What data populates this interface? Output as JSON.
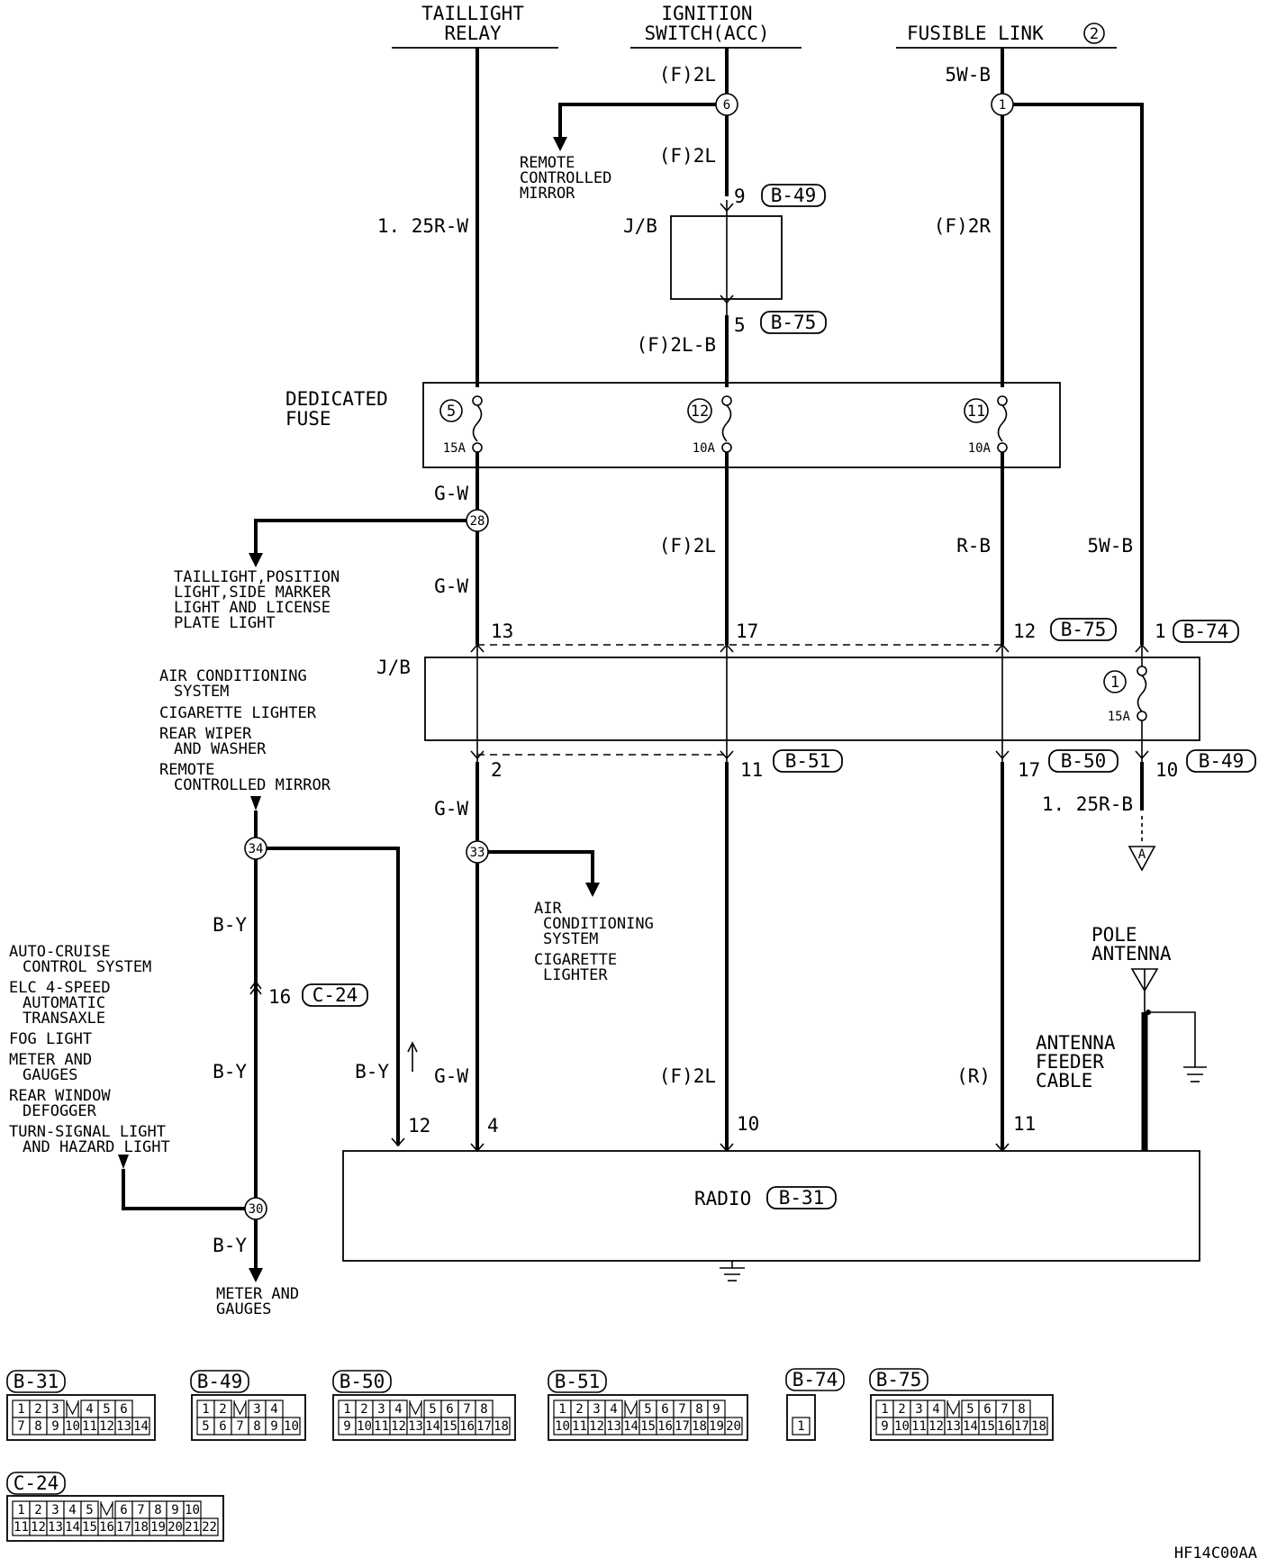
{
  "sources": {
    "taillight": [
      "TAILLIGHT",
      "RELAY"
    ],
    "ignition": [
      "IGNITION",
      "SWITCH(ACC)"
    ],
    "fusible": "FUSIBLE LINK",
    "fusible_num": "2"
  },
  "wires": {
    "w_125rw": "1. 25R-W",
    "w_f2l_top": "(F)2L",
    "w_f2l_mid": "(F)2L",
    "w_f2lb": "(F)2L-B",
    "w_5wb_top": "5W-B",
    "w_f2r": "(F)2R",
    "w_gw_1": "G-W",
    "w_gw_2": "G-W",
    "w_gw_3": "G-W",
    "w_gw_4": "G-W",
    "w_f2l_low": "(F)2L",
    "w_f2l_radio": "(F)2L",
    "w_rb": "R-B",
    "w_5wb_low": "5W-B",
    "w_125rb": "1. 25R-B",
    "w_by_1": "B-Y",
    "w_by_2": "B-Y",
    "w_by_3": "B-Y",
    "w_by_4": "B-Y",
    "w_r": "(R)"
  },
  "splices": {
    "s6": "6",
    "s1": "1",
    "s28": "28",
    "s33": "33",
    "s34": "34",
    "s30": "30"
  },
  "junction_blocks": {
    "jb_top": "J/B",
    "jb_mid": "J/B"
  },
  "connectors": {
    "b49": "B-49",
    "b75": "B-75",
    "b74": "B-74",
    "b51": "B-51",
    "b50": "B-50",
    "b31": "B-31",
    "c24": "C-24"
  },
  "pins": {
    "p9": "9",
    "p5": "5",
    "p13": "13",
    "p17a": "17",
    "p12a": "12",
    "p1": "1",
    "p2": "2",
    "p11a": "11",
    "p17b": "17",
    "p10a": "10",
    "p16": "16",
    "p12b": "12",
    "p4": "4",
    "p10b": "10",
    "p11b": "11"
  },
  "dedicated_fuse": {
    "title": [
      "DEDICATED",
      "FUSE"
    ],
    "fuses": [
      {
        "num": "5",
        "rating": "15A"
      },
      {
        "num": "12",
        "rating": "10A"
      },
      {
        "num": "11",
        "rating": "10A"
      }
    ]
  },
  "jb_fuse": {
    "num": "1",
    "rating": "15A"
  },
  "notes": {
    "remote_mirror": [
      "REMOTE",
      "CONTROLLED",
      "MIRROR"
    ],
    "taillight_loads": [
      "TAILLIGHT,POSITION",
      "LIGHT,SIDE MARKER",
      "LIGHT AND LICENSE",
      "PLATE LIGHT"
    ],
    "jb_loads": [
      "AIR CONDITIONING",
      "SYSTEM",
      "CIGARETTE LIGHTER",
      "REAR WIPER",
      "AND WASHER",
      "REMOTE",
      "CONTROLLED MIRROR"
    ],
    "ac_loads": [
      "AIR",
      "CONDITIONING",
      "SYSTEM",
      "CIGARETTE",
      "LIGHTER"
    ],
    "by_loads": [
      "AUTO-CRUISE",
      "CONTROL SYSTEM",
      "ELC 4-SPEED",
      "AUTOMATIC",
      "TRANSAXLE",
      "FOG LIGHT",
      "METER AND",
      "GAUGES",
      "REAR WINDOW",
      "DEFOGGER",
      "TURN-SIGNAL LIGHT",
      "AND HAZARD LIGHT"
    ],
    "meter": [
      "METER AND",
      "GAUGES"
    ],
    "pole_antenna": [
      "POLE",
      "ANTENNA"
    ],
    "feeder": [
      "ANTENNA",
      "FEEDER",
      "CABLE"
    ],
    "off_page": "A"
  },
  "radio": {
    "label": "RADIO",
    "connector": "B-31"
  },
  "connector_views": {
    "b31": {
      "label": "B-31",
      "row1": [
        "1",
        "2",
        "3",
        "4",
        "5",
        "6"
      ],
      "row2": [
        "7",
        "8",
        "9",
        "10",
        "11",
        "12",
        "13",
        "14"
      ]
    },
    "b49": {
      "label": "B-49",
      "row1": [
        "1",
        "2",
        "3",
        "4"
      ],
      "row2": [
        "5",
        "6",
        "7",
        "8",
        "9",
        "10"
      ]
    },
    "b50": {
      "label": "B-50",
      "row1": [
        "1",
        "2",
        "3",
        "4",
        "5",
        "6",
        "7",
        "8"
      ],
      "row2": [
        "9",
        "10",
        "11",
        "12",
        "13",
        "14",
        "15",
        "16",
        "17",
        "18"
      ]
    },
    "b51": {
      "label": "B-51",
      "row1": [
        "1",
        "2",
        "3",
        "4",
        "5",
        "6",
        "7",
        "8",
        "9"
      ],
      "row2": [
        "10",
        "11",
        "12",
        "13",
        "14",
        "15",
        "16",
        "17",
        "18",
        "19",
        "20"
      ]
    },
    "b74": {
      "label": "B-74",
      "row1": [],
      "row2": [
        "1"
      ]
    },
    "b75": {
      "label": "B-75",
      "row1": [
        "1",
        "2",
        "3",
        "4",
        "5",
        "6",
        "7",
        "8"
      ],
      "row2": [
        "9",
        "10",
        "11",
        "12",
        "13",
        "14",
        "15",
        "16",
        "17",
        "18"
      ]
    },
    "c24": {
      "label": "C-24",
      "row1": [
        "1",
        "2",
        "3",
        "4",
        "5",
        "6",
        "7",
        "8",
        "9",
        "10"
      ],
      "row2": [
        "11",
        "12",
        "13",
        "14",
        "15",
        "16",
        "17",
        "18",
        "19",
        "20",
        "21",
        "22"
      ]
    }
  },
  "figure_code": "HF14C00AA"
}
